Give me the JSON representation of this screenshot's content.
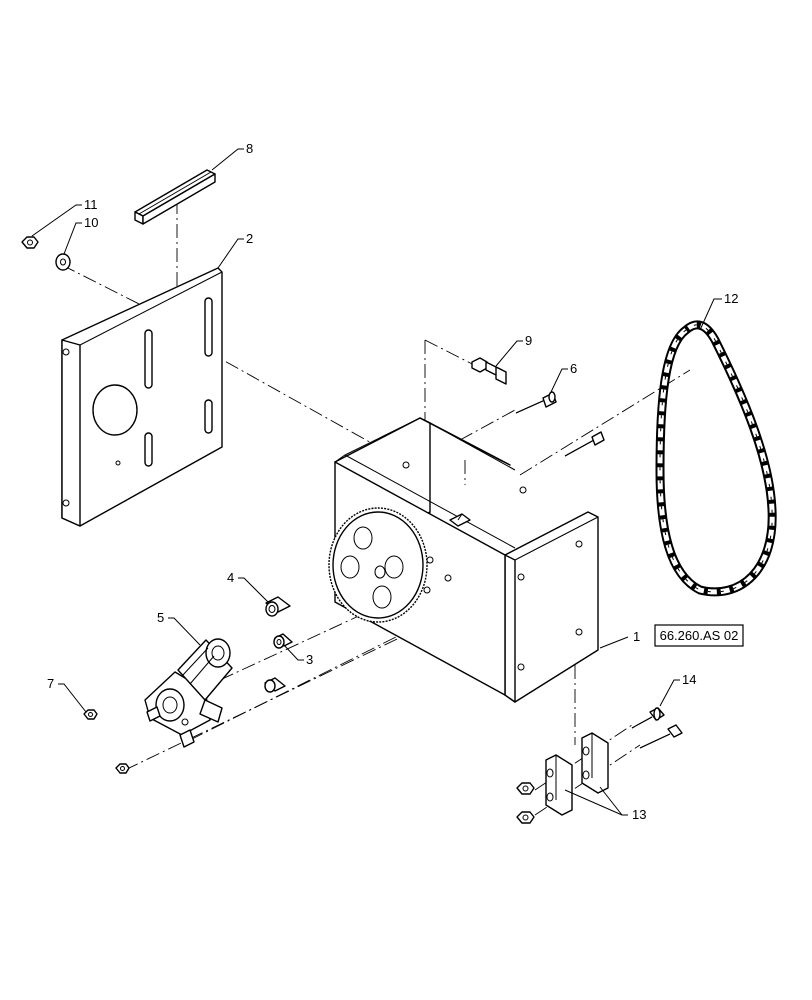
{
  "callouts": {
    "c1": "1",
    "c2": "2",
    "c3": "3",
    "c4": "4",
    "c5": "5",
    "c6": "6",
    "c7": "7",
    "c8": "8",
    "c9": "9",
    "c10": "10",
    "c11": "11",
    "c12": "12",
    "c13": "13",
    "c14": "14"
  },
  "reference": {
    "label": "66.260.AS 02"
  }
}
